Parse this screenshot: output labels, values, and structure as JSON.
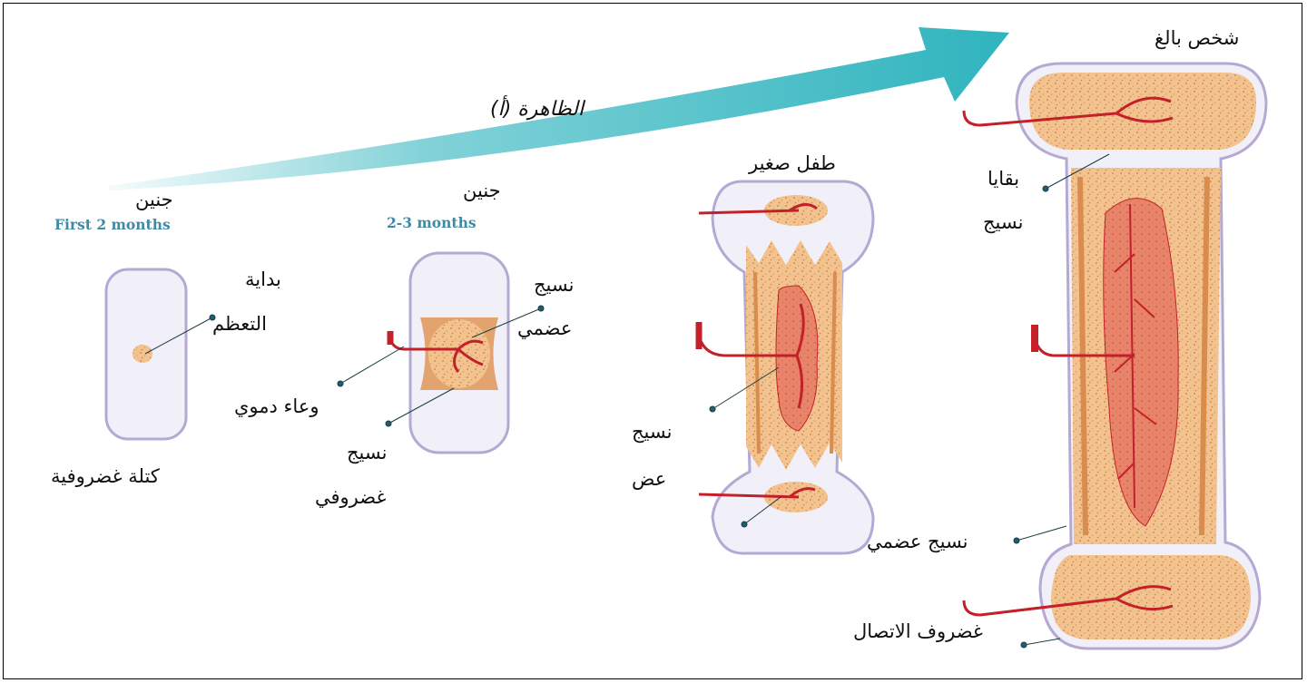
{
  "colors": {
    "arrow": "#2fb4be",
    "bone_orange": "#f2c38f",
    "cartilage": "#f1f0f9",
    "outline": "#b5a9d4",
    "marrow": "#e8846a",
    "vessel": "#c3202a",
    "english_caption": "#3f8aa5",
    "pointer_dot": "#1c5f72"
  },
  "labels": {
    "adult": "شخص بالغ",
    "phenomenon": "الظاهرة (أ)",
    "young_child": "طفل صغير",
    "embryo_1": "جنين",
    "embryo_1_period": "First 2 months",
    "embryo_2": "جنين",
    "embryo_2_period": "2-3 months",
    "ossification_start_1": "بداية",
    "ossification_start_2": "التعظم",
    "cartilage_mass": "كتلة غضروفية",
    "bone_tissue_2m_1": "نسيج",
    "bone_tissue_2m_2": "عضمي",
    "blood_vessel": "وعاء دموي",
    "cartilage_tissue_1": "نسيج",
    "cartilage_tissue_2": "غضروفي",
    "child_tissue_1": "نسيج",
    "child_tissue_2": "عض",
    "remains": "بقايا",
    "adult_tissue": "نسيج",
    "adult_bone_tissue": "نسيج عضمي",
    "growth_plate": "غضروف الاتصال"
  }
}
